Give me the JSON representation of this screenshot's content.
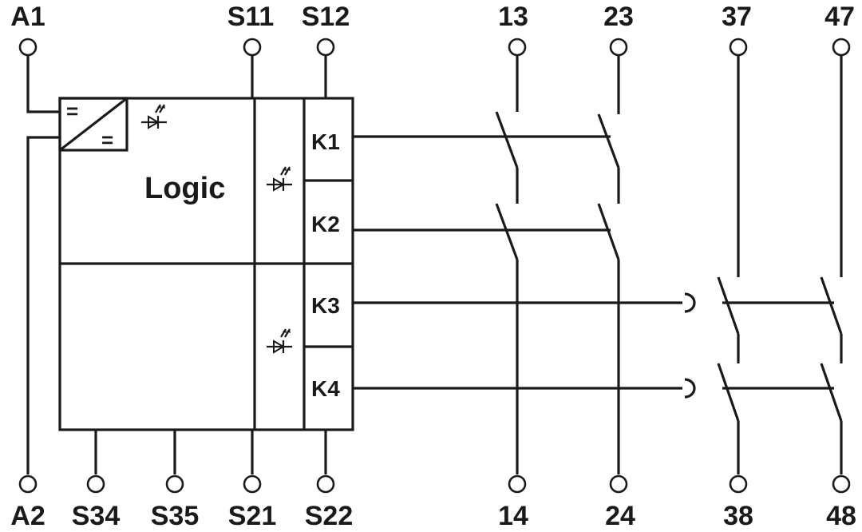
{
  "logic_label": "Logic",
  "converter": {
    "input_symbol": "=",
    "output_symbol": "="
  },
  "terminals": {
    "top": [
      {
        "id": "A1",
        "label": "A1"
      },
      {
        "id": "S11",
        "label": "S11"
      },
      {
        "id": "S12",
        "label": "S12"
      },
      {
        "id": "13",
        "label": "13"
      },
      {
        "id": "23",
        "label": "23"
      },
      {
        "id": "37",
        "label": "37"
      },
      {
        "id": "47",
        "label": "47"
      }
    ],
    "bottom": [
      {
        "id": "A2",
        "label": "A2"
      },
      {
        "id": "S34",
        "label": "S34"
      },
      {
        "id": "S35",
        "label": "S35"
      },
      {
        "id": "S21",
        "label": "S21"
      },
      {
        "id": "S22",
        "label": "S22"
      },
      {
        "id": "14",
        "label": "14"
      },
      {
        "id": "24",
        "label": "24"
      },
      {
        "id": "38",
        "label": "38"
      },
      {
        "id": "48",
        "label": "48"
      }
    ]
  },
  "relays": [
    {
      "id": "K1",
      "label": "K1"
    },
    {
      "id": "K2",
      "label": "K2"
    },
    {
      "id": "K3",
      "label": "K3"
    },
    {
      "id": "K4",
      "label": "K4"
    }
  ],
  "icons": [
    "led-icon",
    "dc-dc-converter-icon",
    "normally-open-contact-icon",
    "delay-icon",
    "terminal-icon"
  ]
}
